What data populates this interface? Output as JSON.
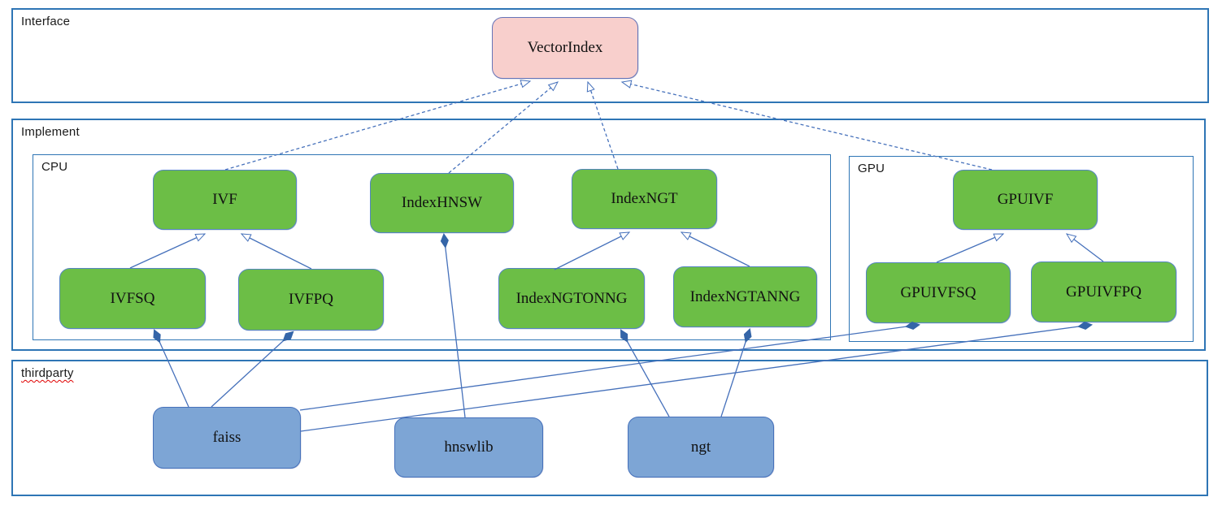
{
  "diagram": {
    "sections": {
      "interface": {
        "label": "Interface"
      },
      "implement": {
        "label": "Implement"
      },
      "cpu": {
        "label": "CPU"
      },
      "gpu": {
        "label": "GPU"
      },
      "thirdparty": {
        "label": "thirdparty"
      }
    },
    "nodes": [
      {
        "id": "vectorindex",
        "label": "VectorIndex",
        "kind": "interface",
        "section": "interface"
      },
      {
        "id": "ivf",
        "label": "IVF",
        "kind": "implementation",
        "section": "cpu"
      },
      {
        "id": "indexhnsw",
        "label": "IndexHNSW",
        "kind": "implementation",
        "section": "cpu"
      },
      {
        "id": "indexngt",
        "label": "IndexNGT",
        "kind": "implementation",
        "section": "cpu"
      },
      {
        "id": "ivfsq",
        "label": "IVFSQ",
        "kind": "implementation",
        "section": "cpu"
      },
      {
        "id": "ivfpq",
        "label": "IVFPQ",
        "kind": "implementation",
        "section": "cpu"
      },
      {
        "id": "indexngtonng",
        "label": "IndexNGTONNG",
        "kind": "implementation",
        "section": "cpu"
      },
      {
        "id": "indexngtanng",
        "label": "IndexNGTANNG",
        "kind": "implementation",
        "section": "cpu"
      },
      {
        "id": "gpuivf",
        "label": "GPUIVF",
        "kind": "implementation",
        "section": "gpu"
      },
      {
        "id": "gpuivfsq",
        "label": "GPUIVFSQ",
        "kind": "implementation",
        "section": "gpu"
      },
      {
        "id": "gpuivfpq",
        "label": "GPUIVFPQ",
        "kind": "implementation",
        "section": "gpu"
      },
      {
        "id": "faiss",
        "label": "faiss",
        "kind": "thirdparty",
        "section": "thirdparty"
      },
      {
        "id": "hnswlib",
        "label": "hnswlib",
        "kind": "thirdparty",
        "section": "thirdparty"
      },
      {
        "id": "ngt",
        "label": "ngt",
        "kind": "thirdparty",
        "section": "thirdparty"
      }
    ],
    "edges": [
      {
        "from": "ivf",
        "to": "vectorindex",
        "type": "realization"
      },
      {
        "from": "indexhnsw",
        "to": "vectorindex",
        "type": "realization"
      },
      {
        "from": "indexngt",
        "to": "vectorindex",
        "type": "realization"
      },
      {
        "from": "gpuivf",
        "to": "vectorindex",
        "type": "realization"
      },
      {
        "from": "ivfsq",
        "to": "ivf",
        "type": "generalization"
      },
      {
        "from": "ivfpq",
        "to": "ivf",
        "type": "generalization"
      },
      {
        "from": "indexngtonng",
        "to": "indexngt",
        "type": "generalization"
      },
      {
        "from": "indexngtanng",
        "to": "indexngt",
        "type": "generalization"
      },
      {
        "from": "gpuivfsq",
        "to": "gpuivf",
        "type": "generalization"
      },
      {
        "from": "gpuivfpq",
        "to": "gpuivf",
        "type": "generalization"
      },
      {
        "from": "faiss",
        "to": "ivfsq",
        "type": "composition"
      },
      {
        "from": "faiss",
        "to": "ivfpq",
        "type": "composition"
      },
      {
        "from": "faiss",
        "to": "gpuivfsq",
        "type": "composition"
      },
      {
        "from": "faiss",
        "to": "gpuivfpq",
        "type": "composition"
      },
      {
        "from": "hnswlib",
        "to": "indexhnsw",
        "type": "composition"
      },
      {
        "from": "ngt",
        "to": "indexngtonng",
        "type": "composition"
      },
      {
        "from": "ngt",
        "to": "indexngtanng",
        "type": "composition"
      }
    ],
    "colors": {
      "frame_border": "#2e75b5",
      "connector": "#4671bb",
      "diamond_fill": "#3465a8",
      "interface_fill": "#f8cfcc",
      "interface_border": "#6674b8",
      "implementation_fill": "#6cbe46",
      "implementation_border": "#5585c2",
      "thirdparty_fill": "#7da5d5",
      "thirdparty_border": "#4671bb",
      "spellcheck_underline": "#e00000"
    }
  }
}
